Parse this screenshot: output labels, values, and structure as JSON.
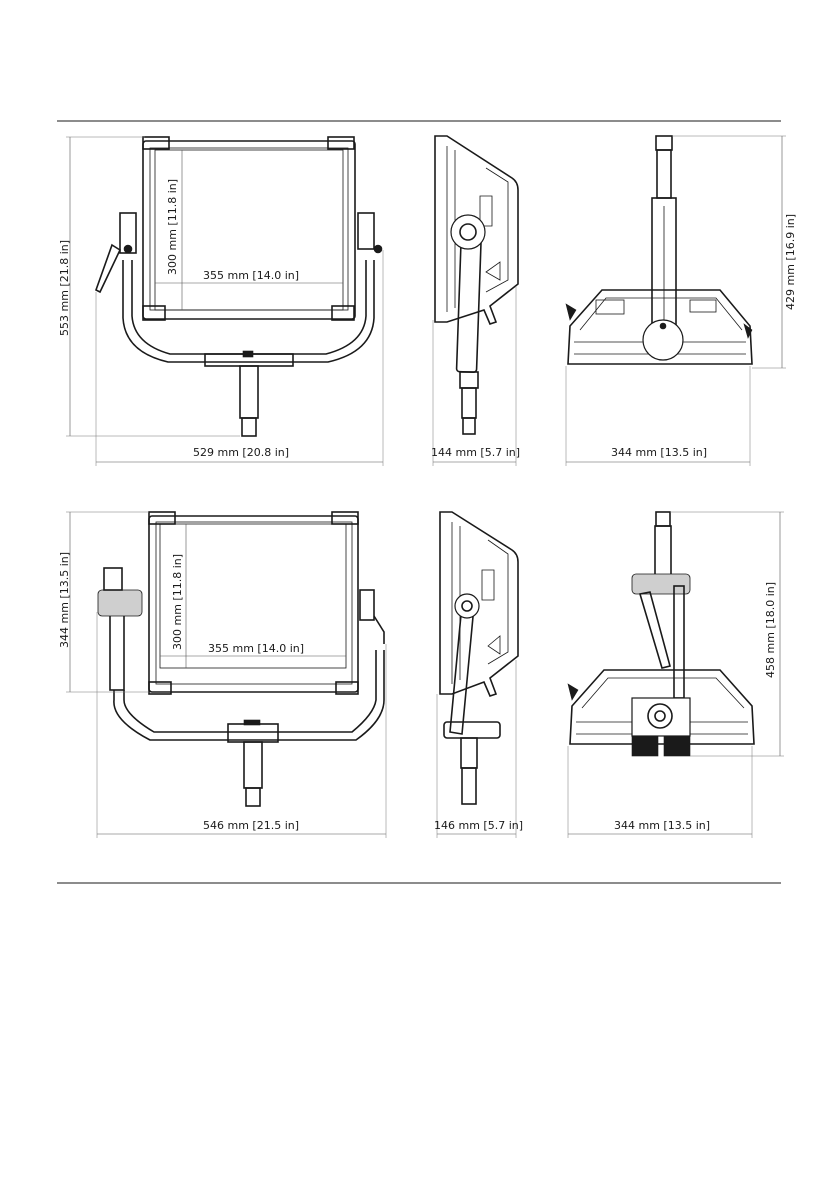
{
  "figures": {
    "top_front": {
      "width": "355 mm [14.0 in]",
      "height": "300 mm [11.8 in]",
      "overall_width": "529 mm [20.8 in]",
      "overall_height": "553 mm [21.8 in]"
    },
    "top_side": {
      "depth": "144 mm [5.7 in]"
    },
    "top_rear": {
      "width": "344 mm [13.5 in]",
      "height": "429 mm [16.9 in]"
    },
    "bottom_front": {
      "width": "355 mm [14.0 in]",
      "height": "300 mm [11.8 in]",
      "overall_width": "546 mm [21.5 in]",
      "overall_height": "344 mm [13.5 in]"
    },
    "bottom_side": {
      "depth": "146 mm [5.7 in]"
    },
    "bottom_rear": {
      "width": "344 mm [13.5 in]",
      "height": "458 mm [18.0 in]"
    }
  }
}
